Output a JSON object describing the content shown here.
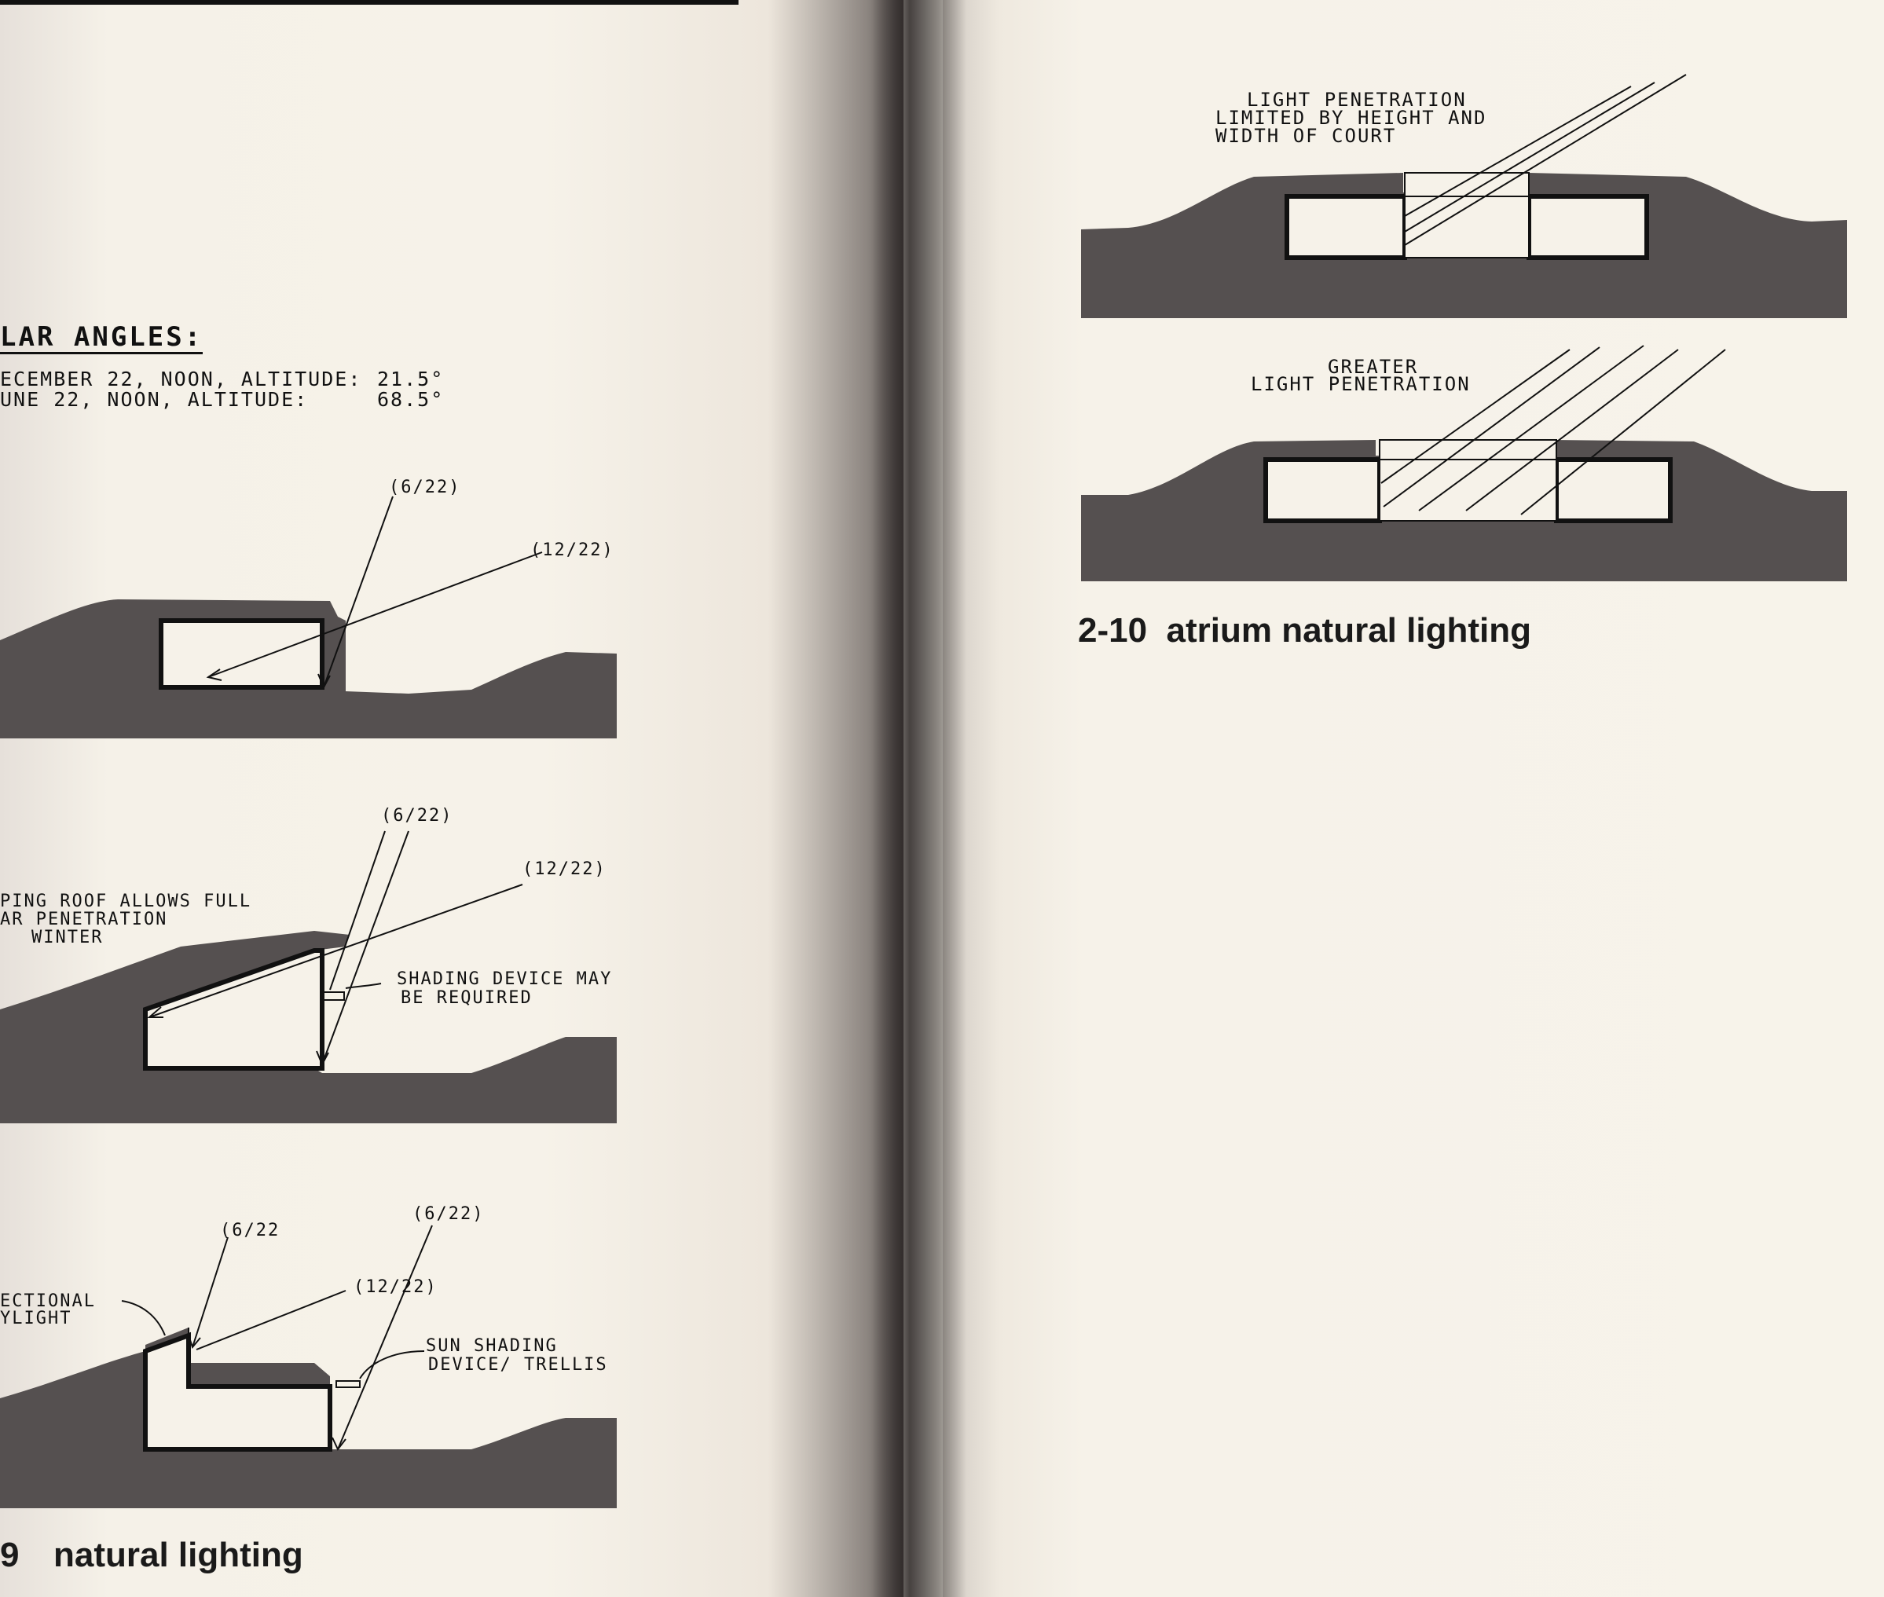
{
  "left_page": {
    "solar_heading": "LAR ANGLES:",
    "solar_line1_label": "ECEMBER 22, NOON, ALTITUDE:",
    "solar_line1_value": "21.5°",
    "solar_line2_label": "UNE 22, NOON, ALTITUDE:",
    "solar_line2_value": "68.5°",
    "d1_label_june": "(6/22)",
    "d1_label_dec": "(12/22)",
    "d2_label_june": "(6/22)",
    "d2_label_dec": "(12/22)",
    "d2_note_roof_1": "PING ROOF ALLOWS FULL",
    "d2_note_roof_2": "AR PENETRATION",
    "d2_note_roof_3": "WINTER",
    "d2_note_shading_1": "SHADING DEVICE MAY",
    "d2_note_shading_2": "BE REQUIRED",
    "d3_label_june_a": "(6/22",
    "d3_label_june_b": "(6/22)",
    "d3_label_dec": "(12/22)",
    "d3_note_skylight_1": "ECTIONAL",
    "d3_note_skylight_2": "YLIGHT",
    "d3_note_sun_1": "SUN SHADING",
    "d3_note_sun_2": "DEVICE/ TRELLIS",
    "caption_number": "9",
    "caption_text": "natural lighting"
  },
  "right_page": {
    "d4_note_1": "LIGHT PENETRATION",
    "d4_note_2": "LIMITED BY HEIGHT AND",
    "d4_note_3": "WIDTH OF COURT",
    "d5_note_1": "GREATER",
    "d5_note_2": "LIGHT PENETRATION",
    "caption": "2-10  atrium natural lighting"
  },
  "colors": {
    "earth": "#555050",
    "ink": "#111111",
    "paper": "#f6f2e9"
  }
}
